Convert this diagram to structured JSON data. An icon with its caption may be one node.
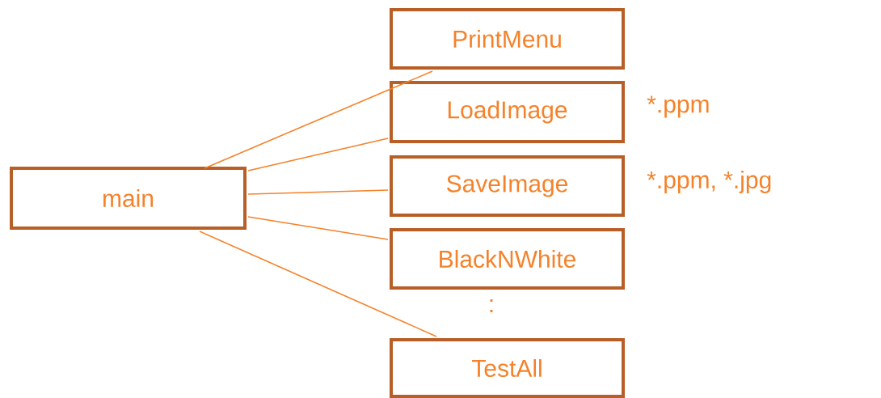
{
  "diagram": {
    "nodes": [
      {
        "text": [
          "main"
        ]
      },
      {
        "text": [
          "PrintMenu"
        ]
      },
      {
        "text": [
          "LoadImage"
        ],
        "beside": [
          "*.ppm"
        ]
      },
      {
        "text": [
          "SaveImage"
        ],
        "beside": [
          "*.ppm, *.jpg"
        ]
      },
      {
        "text": [
          "BlackNWhite"
        ]
      },
      {
        "text": [
          "TestAll"
        ]
      }
    ],
    "edges": [
      {
        "from": 0,
        "to": 1,
        "arrow": "none"
      },
      {
        "from": 0,
        "to": 2,
        "arrow": "none"
      },
      {
        "from": 0,
        "to": 3,
        "arrow": "none"
      },
      {
        "from": 0,
        "to": 4,
        "arrow": "none"
      },
      {
        "from": 0,
        "to": 5,
        "arrow": "none"
      }
    ],
    "labels": [
      ":"
    ]
  }
}
